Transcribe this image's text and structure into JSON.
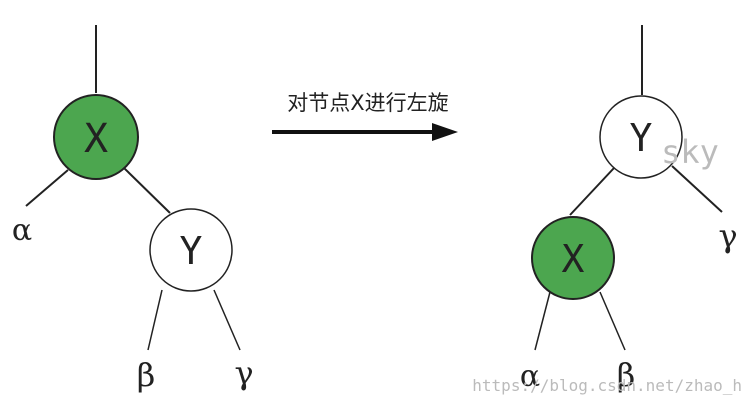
{
  "diagram": {
    "caption": "对节点X进行左旋",
    "before": {
      "node_x": "X",
      "node_y": "Y",
      "leaf_alpha": "α",
      "leaf_beta": "β",
      "leaf_gamma": "γ"
    },
    "after": {
      "node_y": "Y",
      "node_x": "X",
      "leaf_alpha": "α",
      "leaf_beta": "β",
      "leaf_gamma": "γ"
    },
    "watermark_sky": "sky",
    "watermark_url": "https://blog.csdn.net/zhao_h"
  },
  "colors": {
    "highlight_node": "#4ca64f",
    "plain_node": "#ffffff",
    "stroke": "#222222",
    "watermark": "#bbbbbb"
  }
}
